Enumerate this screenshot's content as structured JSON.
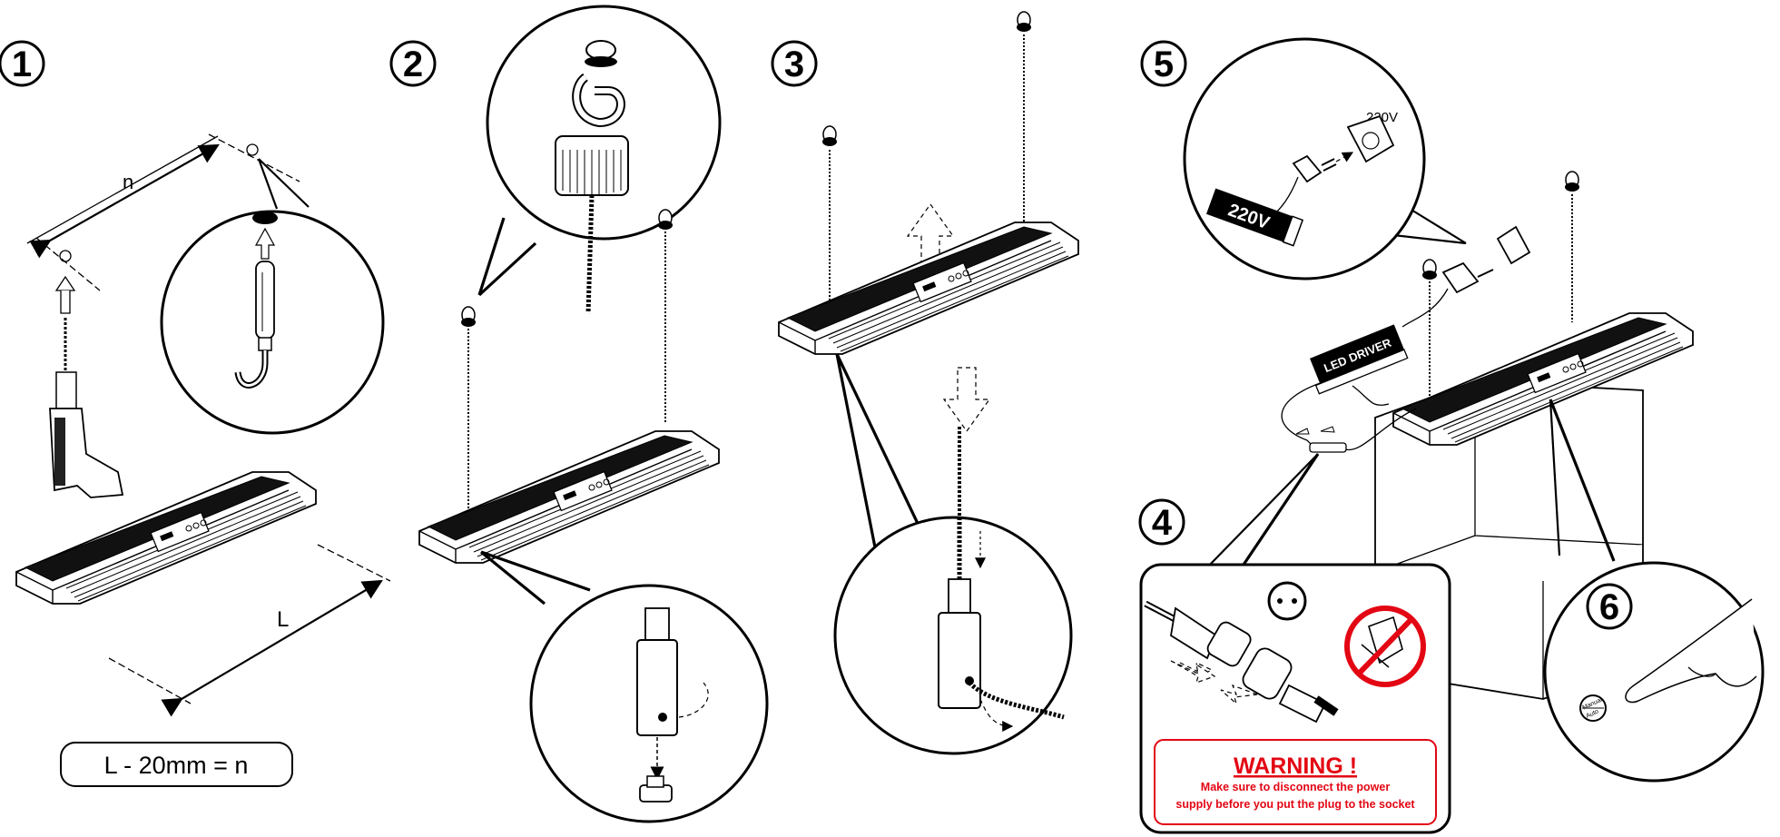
{
  "steps": {
    "s1": "1",
    "s2": "2",
    "s3": "3",
    "s4": "4",
    "s5": "5",
    "s6": "6"
  },
  "labels": {
    "n": "n",
    "L": "L",
    "formula": "L - 20mm = n",
    "voltage": "220V",
    "adapter": "220V",
    "driver": "LED DRIVER",
    "manual": "Manual",
    "auto": "Auto"
  },
  "warning": {
    "title": "WARNING !",
    "line1": "Make sure to disconnect the power",
    "line2": "supply before you put the plug to the socket"
  },
  "colors": {
    "ink": "#000000",
    "warning_red": "#e30613",
    "panel_fill": "#ffffff"
  }
}
